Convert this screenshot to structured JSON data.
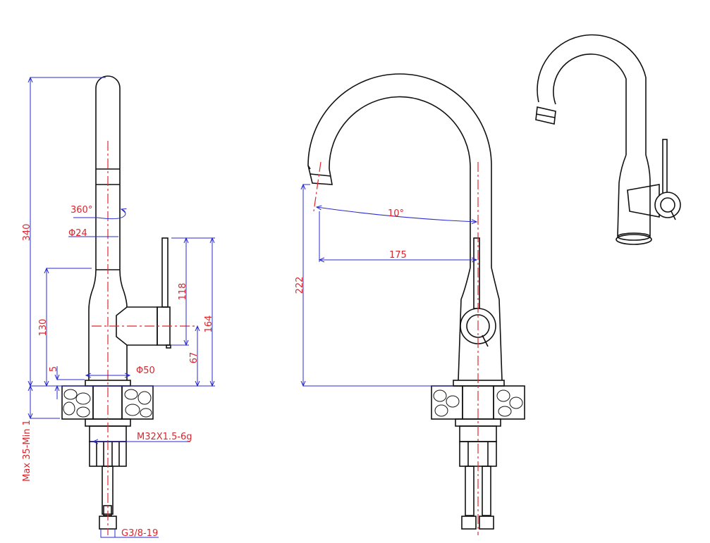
{
  "drawing": {
    "side_view": {
      "dimensions": {
        "total_height": "340",
        "rotation": "360°",
        "spout_diameter": "Φ24",
        "body_height": "130",
        "flange_height": "5",
        "base_diameter": "Φ50",
        "lever_length": "118",
        "lever_top_height": "164",
        "handle_center_height": "67",
        "countertop_thickness": "Max 35-Min 1",
        "thread": "M32X1.5-6g",
        "hose_connection": "G3/8-19"
      }
    },
    "front_view": {
      "dimensions": {
        "spout_angle": "10°",
        "spout_reach": "175",
        "spout_height": "222"
      }
    },
    "colors": {
      "dimension_text": "#d8262c",
      "dimension_line": "#2a2ad0",
      "outline": "#111111"
    }
  }
}
